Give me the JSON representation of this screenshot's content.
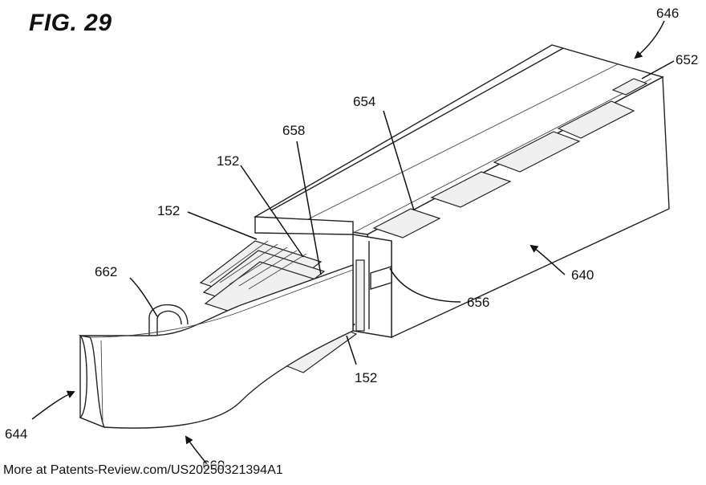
{
  "figure": {
    "title": "FIG. 29"
  },
  "reference_labels": {
    "r646": "646",
    "r652": "652",
    "r654": "654",
    "r658": "658",
    "r152_top": "152",
    "r152_mid": "152",
    "r152_bottom": "152",
    "r662": "662",
    "r640": "640",
    "r656": "656",
    "r644": "644",
    "r660": "660"
  },
  "footer": {
    "text": "More at Patents-Review.com/US20250321394A1"
  }
}
